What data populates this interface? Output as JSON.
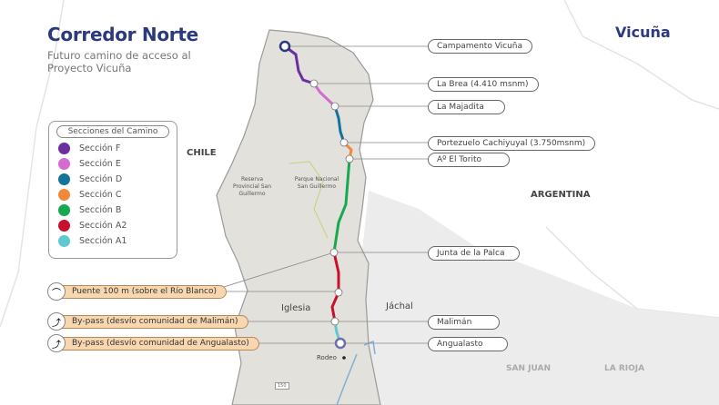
{
  "header": {
    "title": "Corredor Norte",
    "subtitle": "Futuro camino de acceso al Proyecto Vicuña",
    "brand": "Vicuña"
  },
  "map": {
    "countries": [
      "CHILE",
      "ARGENTINA"
    ],
    "provinces": [
      "SAN JUAN",
      "LA RIOJA"
    ],
    "departments": [
      "Iglesia",
      "Jáchal"
    ],
    "protected_areas": [
      "Reserva Provincial San Guillermo",
      "Parque Nacional San Guillermo"
    ],
    "town": "Rodeo",
    "route_shield": "150"
  },
  "legend": {
    "title": "Secciones del Camino",
    "items": [
      {
        "label": "Sección F",
        "color": "#6a2fa0"
      },
      {
        "label": "Sección E",
        "color": "#d46bd0"
      },
      {
        "label": "Sección D",
        "color": "#13739b"
      },
      {
        "label": "Sección C",
        "color": "#f08a3a"
      },
      {
        "label": "Sección B",
        "color": "#18a84f"
      },
      {
        "label": "Sección A2",
        "color": "#c8102e"
      },
      {
        "label": "Sección A1",
        "color": "#5fc9cf"
      }
    ]
  },
  "waypoints": [
    "Campamento Vicuña",
    "La Brea (4.410 msnm)",
    "La Majadita",
    "Portezuelo Cachiyuyal (3.750msnm)",
    "Aº El Torito",
    "Junta de la Palca",
    "Malimán",
    "Angualasto"
  ],
  "features": [
    {
      "label": "Puente 100 m (sobre el Río Blanco)",
      "icon": "bridge-icon"
    },
    {
      "label": "By-pass (desvío comunidad de Malimán)",
      "icon": "bypass-icon"
    },
    {
      "label": "By-pass (desvío comunidad de Angualasto)",
      "icon": "bypass-icon"
    }
  ]
}
